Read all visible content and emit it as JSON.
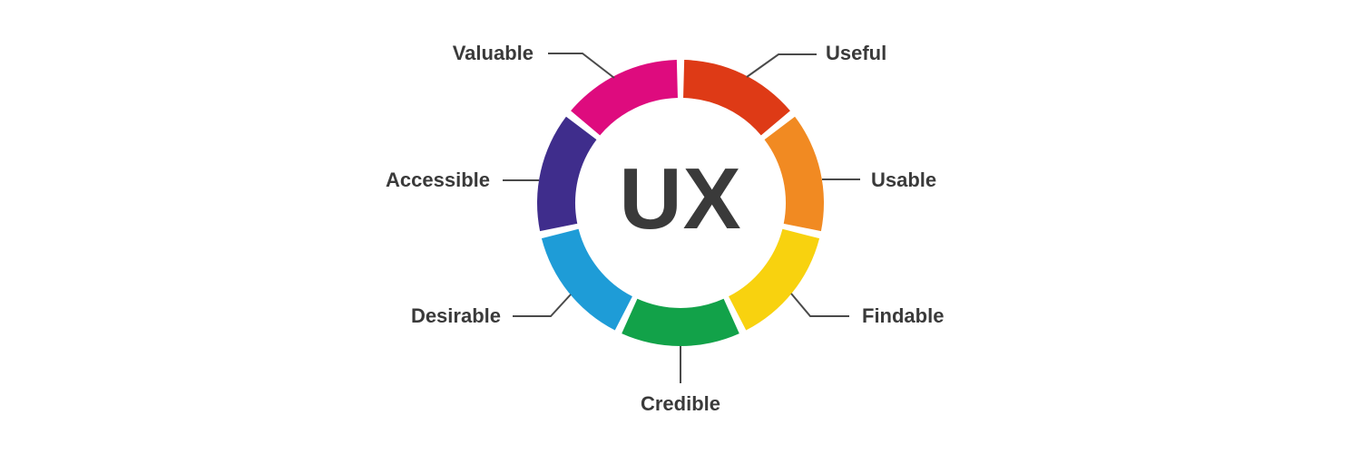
{
  "diagram": {
    "title": "UX facets donut diagram",
    "center_label": "UX",
    "segments": [
      {
        "label": "Useful",
        "color": "#DE3A16"
      },
      {
        "label": "Usable",
        "color": "#F18A22"
      },
      {
        "label": "Findable",
        "color": "#F8D20F"
      },
      {
        "label": "Credible",
        "color": "#12A249"
      },
      {
        "label": "Desirable",
        "color": "#1E9CD7"
      },
      {
        "label": "Accessible",
        "color": "#3F2D8C"
      },
      {
        "label": "Valuable",
        "color": "#DE0B7E"
      }
    ],
    "text_color": "#3A3A3A",
    "leader_line_color": "#4A4A4A",
    "background_color": "#FFFFFF"
  }
}
